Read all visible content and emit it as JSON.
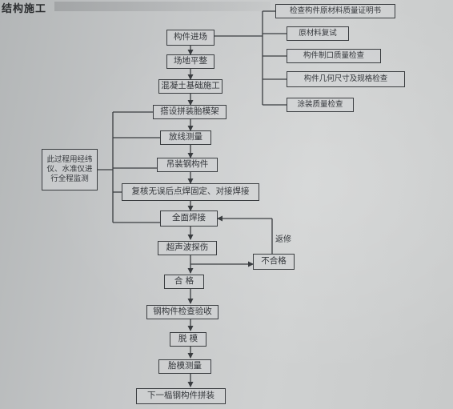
{
  "header": {
    "title": "结构施工"
  },
  "flowchart": {
    "main_steps": [
      "构件进场",
      "场地平整",
      "混凝土基础施工",
      "搭设拼装胎模架",
      "放线测量",
      "吊装钢构件",
      "复核无误后点焊固定、对接焊接",
      "全面焊接",
      "超声波探伤",
      "合 格",
      "钢构件检查验收",
      "脱 模",
      "胎模测量",
      "下一榀钢构件拼装"
    ],
    "inspection_items": [
      "检查构件原材料质量证明书",
      "原材料复试",
      "构件制口质量检查",
      "构件几何尺寸及规格检查",
      "涂装质量检查"
    ],
    "monitoring_note": "此过程用经纬仪、水准仪进行全程监测",
    "fail_box": "不合格",
    "rework_label": "返修"
  },
  "colors": {
    "ink": "#3a3d40",
    "paper": "#c8caca"
  }
}
